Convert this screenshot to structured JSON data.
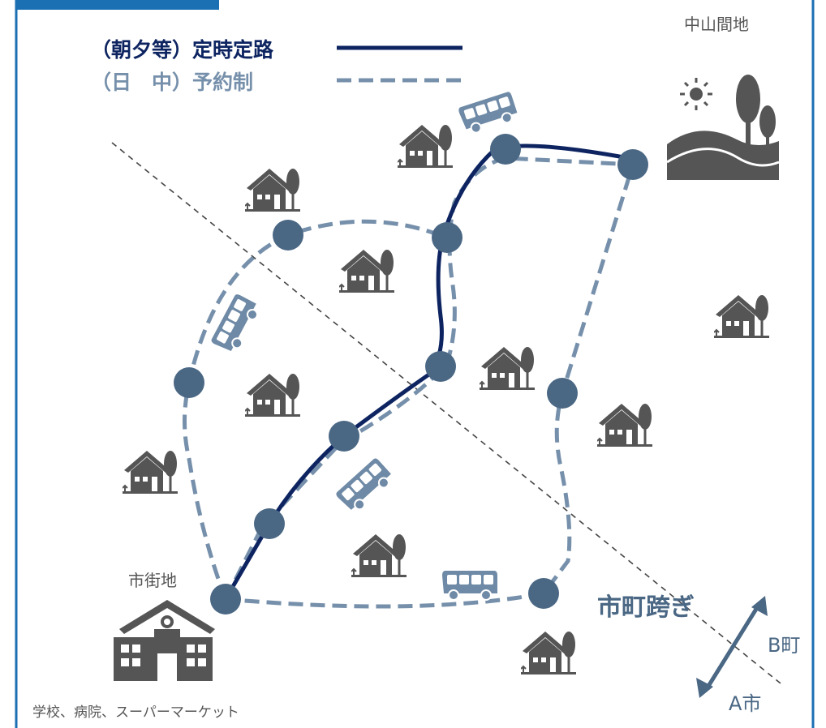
{
  "legend": {
    "fixed_route": {
      "label": "（朝夕等）定時定路",
      "color": "#0d2461"
    },
    "on_demand": {
      "label": "（日　中）予約制",
      "color": "#7690ab"
    }
  },
  "labels": {
    "mountain": "中山間地",
    "town_center": "市街地",
    "facilities": "学校、病院、スーパーマーケット",
    "cross_border": "市町跨ぎ",
    "town_b": "B町",
    "city_a": "A市"
  },
  "colors": {
    "frame": "#1b6fb3",
    "stop": "#4a6784",
    "icon": "#555555",
    "bus": "#6f8aa6",
    "boundary": "#444444"
  },
  "icons": {
    "houses": "house-with-tree-icon",
    "bus": "bus-icon",
    "school": "school-building-icon",
    "mountain": "mountain-sun-icon",
    "arrow": "double-arrow-icon"
  }
}
